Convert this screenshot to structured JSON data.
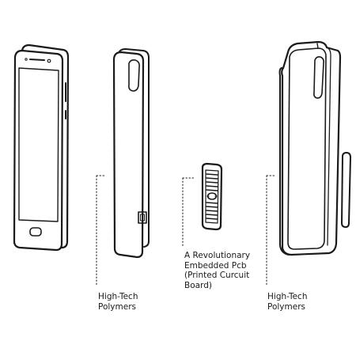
{
  "diagram": {
    "stroke_color": "#1a1a1a",
    "background": "#ffffff",
    "labels": {
      "left_polymer": [
        "High-Tech",
        "Polymers"
      ],
      "pcb": [
        "A Revolutionary",
        "Embedded Pcb",
        "(Printed Curcuit",
        "Board)"
      ],
      "right_polymer": [
        "High-Tech",
        "Polymers"
      ]
    },
    "parts": [
      {
        "name": "smartphone",
        "icon": "phone-icon"
      },
      {
        "name": "case-back-shell",
        "icon": "case-shell-icon"
      },
      {
        "name": "embedded-pcb",
        "icon": "pcb-chip-icon"
      },
      {
        "name": "case-front-shell",
        "icon": "case-frame-icon"
      }
    ]
  }
}
